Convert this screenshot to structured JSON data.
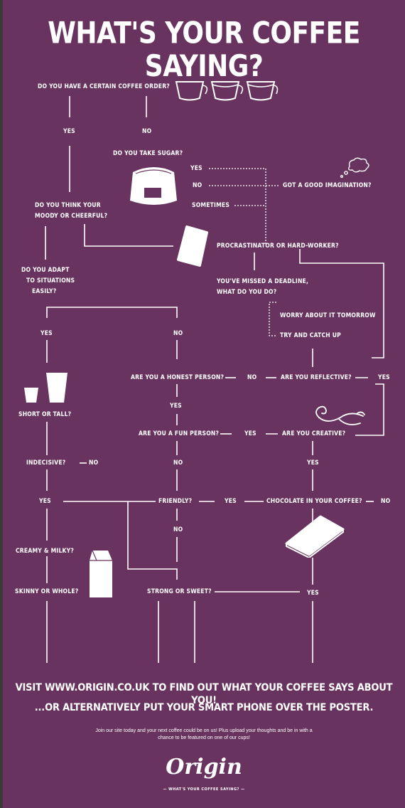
{
  "title": "WHAT'S YOUR COFFEE SAYING?",
  "nodes": {
    "q_order": "DO YOU HAVE A CERTAIN COFFEE ORDER?",
    "yes_order": "YES",
    "no_order": "NO",
    "q_sugar": "DO YOU TAKE SUGAR?",
    "sugar_yes": "YES",
    "sugar_no": "NO",
    "sugar_sometimes": "SOMETIMES",
    "q_imagination": "GOT A GOOD IMAGINATION?",
    "q_moody_1": "DO YOU THINK YOUR",
    "q_moody_2": "MOODY OR CHEERFUL?",
    "q_procrastinator": "PROCRASTINATOR OR HARD-WORKER?",
    "q_adapt_1": "DO YOU ADAPT",
    "q_adapt_2": "TO SITUATIONS",
    "q_adapt_3": "EASILY?",
    "q_deadline_1": "YOU'VE MISSED A DEADLINE,",
    "q_deadline_2": "WHAT DO YOU DO?",
    "opt_worry": "WORRY ABOUT IT TOMORROW",
    "opt_catchup": "TRY AND CATCH UP",
    "adapt_yes": "YES",
    "adapt_no": "NO",
    "q_honest": "ARE YOU A HONEST PERSON?",
    "honest_no": "NO",
    "q_reflective": "ARE YOU REFLECTIVE?",
    "reflective_yes": "YES",
    "q_short_tall": "SHORT OR TALL?",
    "honest_yes": "YES",
    "q_fun": "ARE YOU A FUN PERSON?",
    "fun_yes": "YES",
    "q_creative": "ARE YOU CREATIVE?",
    "q_indecisive": "INDECISIVE?",
    "indecisive_no": "NO",
    "fun_no": "NO",
    "creative_yes": "YES",
    "indecisive_yes": "YES",
    "q_friendly": "FRIENDLY?",
    "friendly_yes": "YES",
    "q_chocolate": "CHOCOLATE IN YOUR COFFEE?",
    "chocolate_no": "NO",
    "friendly_no": "NO",
    "q_creamy": "CREAMY & MILKY?",
    "q_skinny": "SKINNY OR WHOLE?",
    "q_strong": "STRONG OR SWEET?",
    "chocolate_yes": "YES"
  },
  "footer": {
    "line1": "VISIT WWW.ORIGIN.CO.UK TO FIND OUT WHAT YOUR COFFEE SAYS ABOUT YOU!",
    "line2": "...OR ALTERNATIVELY PUT YOUR SMART PHONE OVER THE POSTER.",
    "small1": "Join our site today and your next coffee could be on us! Plus upload your thoughts and be in with a",
    "small2": "chance to be featured on one of our cups!",
    "logo": "Origin",
    "tagline": "— WHAT'S YOUR COFFEE SAYING? —"
  },
  "colors": {
    "background": "#68335f",
    "foreground": "#ffffff",
    "frame": "#3a3a3a"
  },
  "icons": [
    "cups-icon",
    "sugar-bag-icon",
    "thought-bubble-icon",
    "sugar-cube-icon",
    "glasses-icon",
    "swirl-icon",
    "milk-carton-icon",
    "chocolate-bar-icon",
    "origin-logo"
  ]
}
